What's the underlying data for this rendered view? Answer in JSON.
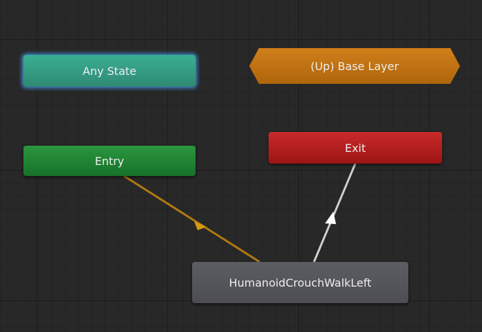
{
  "nodes": {
    "any_state": "Any State",
    "base_layer": "(Up) Base Layer",
    "entry": "Entry",
    "exit": "Exit",
    "state": "HumanoidCrouchWalkLeft"
  },
  "colors": {
    "any_state": "#35a085",
    "entry": "#1f8534",
    "exit": "#b51e1e",
    "state": "#56575c",
    "base_layer": "#c0720f",
    "default_transition": "#b07a10",
    "transition": "#d0d0d0",
    "selection": "#3f8fd8"
  }
}
